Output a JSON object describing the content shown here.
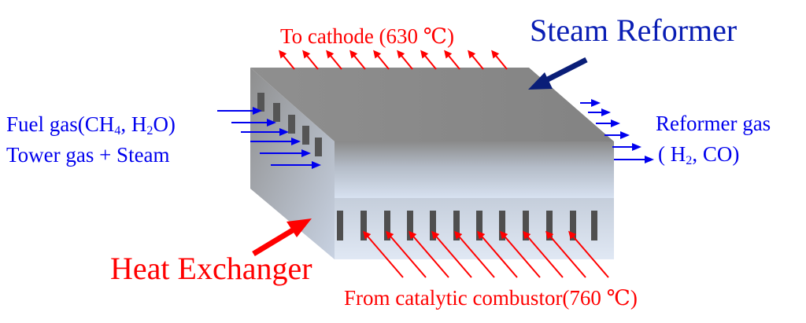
{
  "labels": {
    "to_cathode": "To cathode (630 ℃)",
    "steam_reformer": "Steam Reformer",
    "fuel_gas_prefix": "Fuel gas(CH",
    "fuel_gas_ch4_sub": "4",
    "fuel_gas_mid": ",  H",
    "fuel_gas_h2o_sub": "2",
    "fuel_gas_suffix": "O)",
    "tower_gas": "Tower gas + Steam",
    "reformer_gas": "Reformer gas",
    "reformer_gas_comp_prefix": "( H",
    "reformer_gas_comp_sub": "2",
    "reformer_gas_comp_suffix": ", CO)",
    "heat_exchanger": "Heat Exchanger",
    "from_combustor": "From catalytic  combustor(760 ℃)"
  },
  "colors": {
    "red": "#ff0000",
    "blue": "#0000ee",
    "navy": "#0a1e78",
    "top_face": "#8c8c8c",
    "front_face_top": "#8e8e8e",
    "front_face_bottom": "#ccd8ea",
    "slot": "#505050"
  }
}
